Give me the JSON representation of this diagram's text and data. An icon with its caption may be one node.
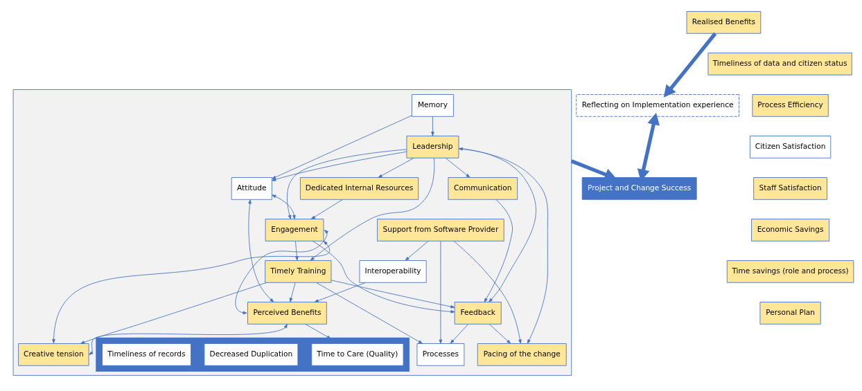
{
  "diagram": {
    "nodes": [
      {
        "text": [],
        "shape": "box"
      },
      {
        "text": [
          "Memory"
        ],
        "in": 0
      },
      {
        "text": [
          "Attitude"
        ],
        "in": 0
      },
      {
        "text": [
          "Perceived Benefits"
        ],
        "in": 0
      },
      {
        "text": [],
        "shape": "box",
        "in": 0
      },
      {
        "text": [
          "Time to Care (Quality)"
        ],
        "in": 4
      },
      {
        "text": [
          "Decreased Duplication"
        ],
        "in": 4
      },
      {
        "text": [
          "Timeliness of records"
        ],
        "in": 4
      },
      {
        "text": [
          "Engagement"
        ],
        "in": 0
      },
      {
        "text": [
          "Creative tension"
        ],
        "in": 0
      },
      {
        "text": [
          "Interoperability"
        ],
        "in": 0
      },
      {
        "text": [
          "Leadership"
        ],
        "in": 0
      },
      {
        "text": [
          "Dedicated Internal Resources"
        ],
        "in": 0
      },
      {
        "text": [
          "Timely Training"
        ],
        "in": 0
      },
      {
        "text": [
          "Support from Software Provider"
        ],
        "in": 0
      },
      {
        "text": [
          "Processes"
        ],
        "in": 0
      },
      {
        "text": [
          "Communication"
        ],
        "in": 0
      },
      {
        "text": [
          "Feedback"
        ],
        "in": 0
      },
      {
        "text": [
          "Pacing of the change"
        ],
        "in": 0
      },
      {
        "text": [
          "Realised Benefits"
        ]
      },
      {
        "text": [
          "Reflecting on Implementation experience"
        ]
      },
      {
        "text": [
          "Project and Change Success"
        ]
      },
      {
        "text": [
          "Timeliness of data and citizen status"
        ]
      },
      {
        "text": [
          "Process Efficiency"
        ]
      },
      {
        "text": [
          "Citizen Satisfaction"
        ]
      },
      {
        "text": [
          "Staff Satisfaction"
        ]
      },
      {
        "text": [
          "Economic Savings"
        ]
      },
      {
        "text": [
          "Time savings (role and process)"
        ]
      },
      {
        "text": [
          "Personal Plan"
        ]
      }
    ],
    "edges": [
      {
        "from": 1,
        "to": 2,
        "arrow": "to"
      },
      {
        "from": 1,
        "to": 11,
        "arrow": "to"
      },
      {
        "from": 11,
        "to": 2,
        "arrow": "to"
      },
      {
        "from": 11,
        "to": 8,
        "arrow": "to"
      },
      {
        "from": 2,
        "to": 8,
        "arrow": "both"
      },
      {
        "from": 2,
        "to": 3,
        "arrow": "both"
      },
      {
        "from": 8,
        "to": 3,
        "arrow": "both"
      },
      {
        "from": 8,
        "to": 9,
        "arrow": "both"
      },
      {
        "from": 3,
        "to": 9,
        "arrow": "both"
      },
      {
        "from": 3,
        "to": 4,
        "arrow": "to"
      },
      {
        "from": 10,
        "to": 3,
        "arrow": "to"
      },
      {
        "from": 13,
        "to": 3,
        "arrow": "to"
      },
      {
        "from": 13,
        "to": 9,
        "arrow": "to"
      },
      {
        "from": 11,
        "to": 13,
        "arrow": "to"
      },
      {
        "from": 8,
        "to": 13,
        "arrow": "to"
      },
      {
        "from": 8,
        "to": 17,
        "arrow": "to"
      },
      {
        "from": 12,
        "to": 8,
        "arrow": "to"
      },
      {
        "from": 11,
        "to": 12,
        "arrow": "to"
      },
      {
        "from": 11,
        "to": 16,
        "arrow": "to"
      },
      {
        "from": 16,
        "to": 17,
        "arrow": "to"
      },
      {
        "from": 11,
        "to": 17,
        "arrow": "to"
      },
      {
        "from": 18,
        "to": 11,
        "arrow": "both"
      },
      {
        "from": 13,
        "to": 17,
        "arrow": "to"
      },
      {
        "from": 13,
        "to": 15,
        "arrow": "to"
      },
      {
        "from": 14,
        "to": 15,
        "arrow": "to"
      },
      {
        "from": 14,
        "to": 10,
        "arrow": "to"
      },
      {
        "from": 14,
        "to": 18,
        "arrow": "to"
      },
      {
        "from": 17,
        "to": 15,
        "arrow": "to"
      },
      {
        "from": 17,
        "to": 18,
        "arrow": "to"
      },
      {
        "from": 0,
        "to": 21,
        "arrow": "to",
        "style": "thick"
      },
      {
        "from": 19,
        "to": 20,
        "arrow": "to",
        "style": "thick"
      },
      {
        "from": 20,
        "to": 21,
        "arrow": "both",
        "style": "thick"
      }
    ]
  }
}
